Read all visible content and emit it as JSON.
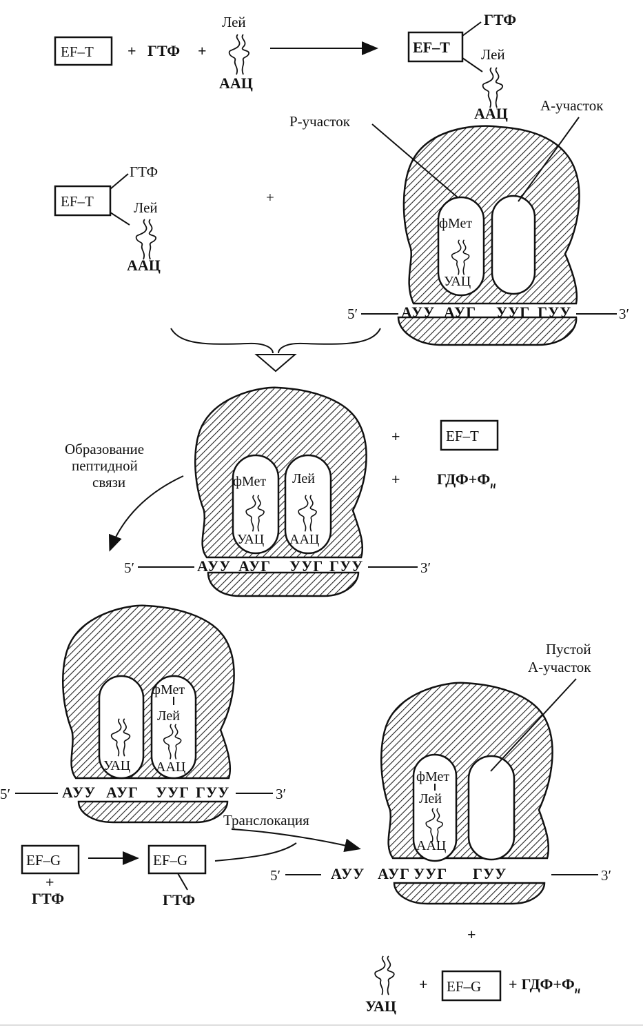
{
  "labels": {
    "ef_t": "EF–T",
    "ef_g": "EF–G",
    "gtp": "ГТФ",
    "leu": "Лей",
    "fmet": "фМет",
    "aac": "ААЦ",
    "uac": "УАЦ",
    "plus": "+",
    "p_site": "Р-участок",
    "a_site": "А-участок",
    "empty_a_1": "Пустой",
    "empty_a_2": "А-участок",
    "peptide_1": "Образование",
    "peptide_2": "пептидной",
    "peptide_3": "связи",
    "gdp_pi": "ГДФ+Фн",
    "gdp_pi_main": "ГДФ+Ф",
    "gdp_pi_sub": "н",
    "translocation": "Транслокация",
    "five_prime": "5′",
    "three_prime": "3′"
  },
  "codons": [
    "АУУ",
    "АУГ",
    "УУГ",
    "ГУУ"
  ]
}
